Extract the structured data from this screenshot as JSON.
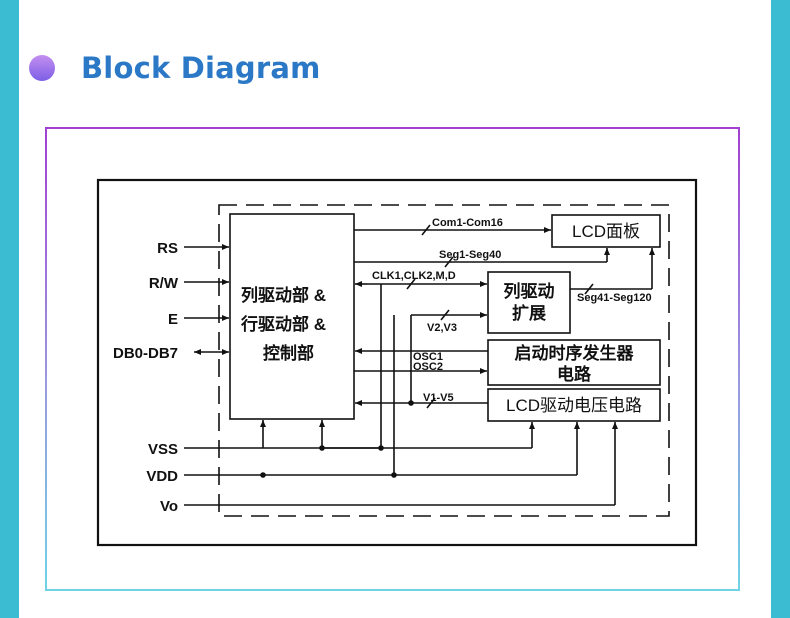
{
  "section": {
    "title": "Block Diagram"
  },
  "diagram": {
    "inputs": [
      "RS",
      "R/W",
      "E",
      "DB0-DB7",
      "VSS",
      "VDD",
      "Vo"
    ],
    "main_block": [
      "列驱动部 &",
      "行驱动部 &",
      "控制部"
    ],
    "lcd_panel": "LCD面板",
    "column_ext": [
      "列驱动",
      "扩展"
    ],
    "oscillator": [
      "启动时序发生器",
      "电路"
    ],
    "voltage": "LCD驱动电压电路",
    "signals": {
      "com": "Com1-Com16",
      "seg_a": "Seg1-Seg40",
      "clk": "CLK1,CLK2,M,D",
      "seg_b": "Seg41-Seg120",
      "v23": "V2,V3",
      "osc1": "OSC1",
      "osc2": "OSC2",
      "v15": "V1-V5"
    }
  }
}
